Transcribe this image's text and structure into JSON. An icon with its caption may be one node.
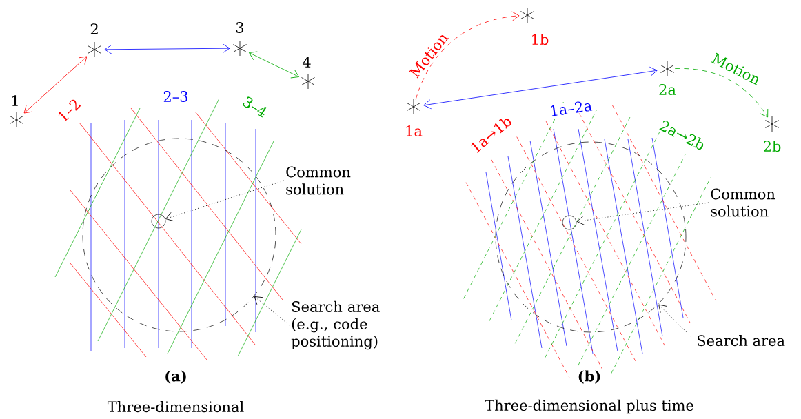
{
  "diagram": {
    "nodes": [
      {
        "text": [
          "1"
        ]
      },
      {
        "text": [
          "2"
        ]
      },
      {
        "text": [
          "3"
        ]
      },
      {
        "text": [
          "4"
        ]
      },
      {
        "text": [],
        "shape": "circle"
      },
      {
        "text": [],
        "shape": "circle",
        "in": 4
      },
      {
        "text": [
          "Common solution"
        ]
      },
      {
        "text": [
          "Search area (e.g., code positioning)"
        ]
      },
      {
        "text": [
          "1a"
        ]
      },
      {
        "text": [
          "1b"
        ]
      },
      {
        "text": [
          "2a"
        ]
      },
      {
        "text": [
          "2b"
        ]
      },
      {
        "text": [],
        "shape": "circle"
      },
      {
        "text": [],
        "shape": "circle",
        "in": 12
      },
      {
        "text": [
          "Common solution"
        ]
      },
      {
        "text": [
          "Search area"
        ]
      }
    ],
    "edges": [
      {
        "from": 0,
        "to": 1,
        "arrow": "both",
        "color": "#ff0000"
      },
      {
        "from": 1,
        "to": 2,
        "arrow": "both",
        "color": "#0000ff"
      },
      {
        "from": 2,
        "to": 3,
        "arrow": "both",
        "color": "#00aa00"
      },
      {
        "from": 6,
        "to": 5,
        "arrow": "to",
        "style": "dashed"
      },
      {
        "from": 7,
        "to": 4,
        "arrow": "to",
        "style": "dashed"
      },
      {
        "from": 8,
        "to": 9,
        "arrow": "to",
        "style": "dashed",
        "color": "#ff0000",
        "label": "Motion"
      },
      {
        "from": 8,
        "to": 10,
        "arrow": "both",
        "color": "#0000ff"
      },
      {
        "from": 10,
        "to": 11,
        "arrow": "to",
        "style": "dashed",
        "color": "#00aa00",
        "label": "Motion"
      },
      {
        "from": 14,
        "to": 13,
        "arrow": "to",
        "style": "dashed"
      },
      {
        "from": 15,
        "to": 12,
        "arrow": "to",
        "style": "dashed"
      }
    ],
    "labels": [
      "1–2",
      "2–3",
      "3–4",
      "(a)",
      "Three-dimensional",
      "1a→1b",
      "1a–2a",
      "2a→2b",
      "(b)",
      "Three-dimensional plus time"
    ]
  }
}
